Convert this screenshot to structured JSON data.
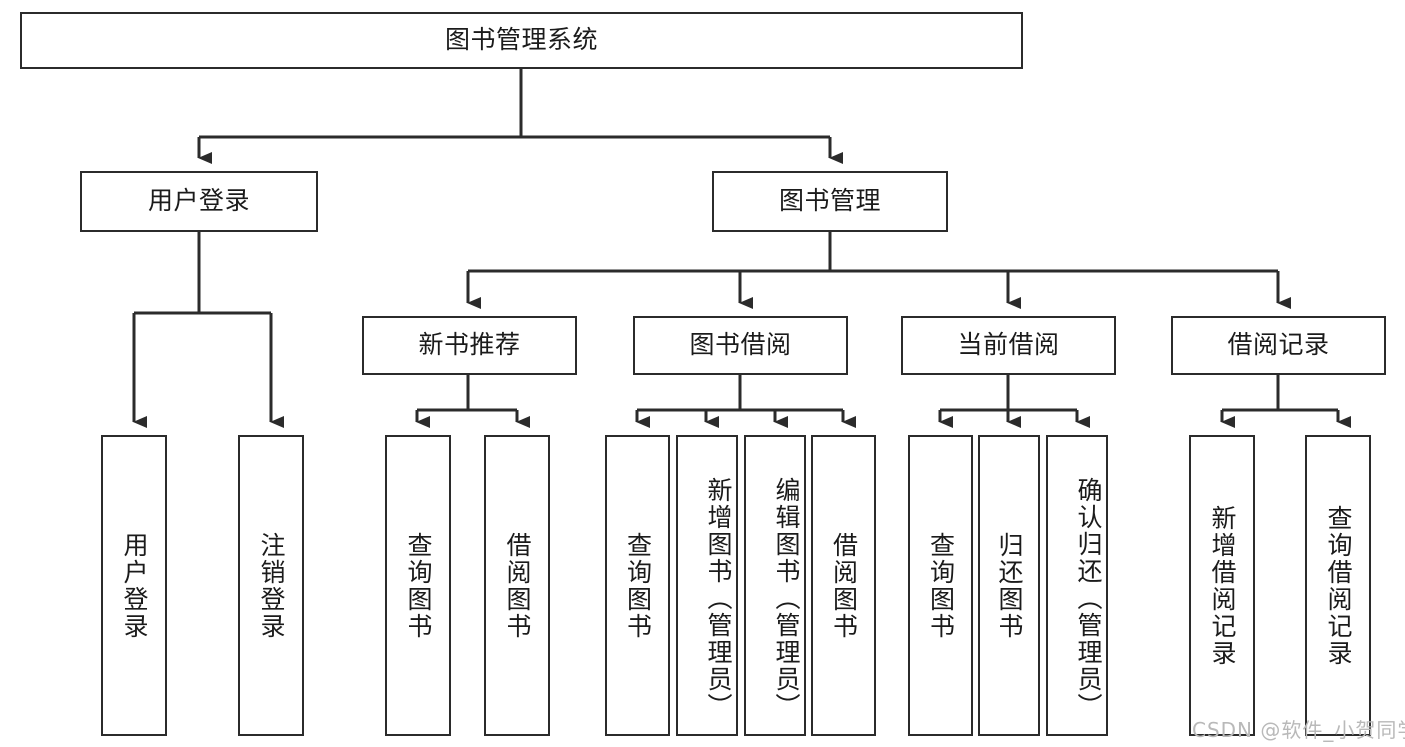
{
  "diagram": {
    "type": "tree-hierarchy",
    "title": "图书管理系统",
    "watermark": "CSDN @软件_小贺同学",
    "colors": {
      "box_border": "#2b2b2b",
      "box_fill": "#ffffff",
      "edge": "#2b2b2b",
      "text": "#1b1b1b",
      "watermark": "#b9b9b9",
      "background": "#ffffff"
    },
    "nodes": [
      {
        "id": "root",
        "label": "图书管理系统",
        "level": 0,
        "orientation": "horizontal"
      },
      {
        "id": "login",
        "label": "用户登录",
        "level": 1,
        "orientation": "horizontal"
      },
      {
        "id": "bookmgmt",
        "label": "图书管理",
        "level": 1,
        "orientation": "horizontal"
      },
      {
        "id": "newbook",
        "label": "新书推荐",
        "level": 2,
        "orientation": "horizontal"
      },
      {
        "id": "borrow",
        "label": "图书借阅",
        "level": 2,
        "orientation": "horizontal"
      },
      {
        "id": "current",
        "label": "当前借阅",
        "level": 2,
        "orientation": "horizontal"
      },
      {
        "id": "records",
        "label": "借阅记录",
        "level": 2,
        "orientation": "horizontal"
      },
      {
        "id": "leaf1",
        "label": "用户登录",
        "level": 3,
        "orientation": "vertical",
        "align": "center"
      },
      {
        "id": "leaf2",
        "label": "注销登录",
        "level": 3,
        "orientation": "vertical",
        "align": "center"
      },
      {
        "id": "leaf3",
        "label": "查询图书",
        "level": 3,
        "orientation": "vertical",
        "align": "center"
      },
      {
        "id": "leaf4",
        "label": "借阅图书",
        "level": 3,
        "orientation": "vertical",
        "align": "center"
      },
      {
        "id": "leaf5",
        "label": "查询图书",
        "level": 3,
        "orientation": "vertical",
        "align": "center"
      },
      {
        "id": "leaf6",
        "label": "新增图书（管理员）",
        "level": 3,
        "orientation": "vertical",
        "align": "top"
      },
      {
        "id": "leaf7",
        "label": "编辑图书（管理员）",
        "level": 3,
        "orientation": "vertical",
        "align": "top"
      },
      {
        "id": "leaf8",
        "label": "借阅图书",
        "level": 3,
        "orientation": "vertical",
        "align": "center"
      },
      {
        "id": "leaf9",
        "label": "查询图书",
        "level": 3,
        "orientation": "vertical",
        "align": "center"
      },
      {
        "id": "leaf10",
        "label": "归还图书",
        "level": 3,
        "orientation": "vertical",
        "align": "center"
      },
      {
        "id": "leaf11",
        "label": "确认归还（管理员）",
        "level": 3,
        "orientation": "vertical",
        "align": "top"
      },
      {
        "id": "leaf12",
        "label": "新增借阅记录",
        "level": 3,
        "orientation": "vertical",
        "align": "center"
      },
      {
        "id": "leaf13",
        "label": "查询借阅记录",
        "level": 3,
        "orientation": "vertical",
        "align": "center"
      }
    ],
    "edges": [
      {
        "from": "root",
        "to": "login"
      },
      {
        "from": "root",
        "to": "bookmgmt"
      },
      {
        "from": "login",
        "to": "leaf1"
      },
      {
        "from": "login",
        "to": "leaf2"
      },
      {
        "from": "bookmgmt",
        "to": "newbook"
      },
      {
        "from": "bookmgmt",
        "to": "borrow"
      },
      {
        "from": "bookmgmt",
        "to": "current"
      },
      {
        "from": "bookmgmt",
        "to": "records"
      },
      {
        "from": "newbook",
        "to": "leaf3"
      },
      {
        "from": "newbook",
        "to": "leaf4"
      },
      {
        "from": "borrow",
        "to": "leaf5"
      },
      {
        "from": "borrow",
        "to": "leaf6"
      },
      {
        "from": "borrow",
        "to": "leaf7"
      },
      {
        "from": "borrow",
        "to": "leaf8"
      },
      {
        "from": "current",
        "to": "leaf9"
      },
      {
        "from": "current",
        "to": "leaf10"
      },
      {
        "from": "current",
        "to": "leaf11"
      },
      {
        "from": "records",
        "to": "leaf12"
      },
      {
        "from": "records",
        "to": "leaf13"
      }
    ]
  }
}
